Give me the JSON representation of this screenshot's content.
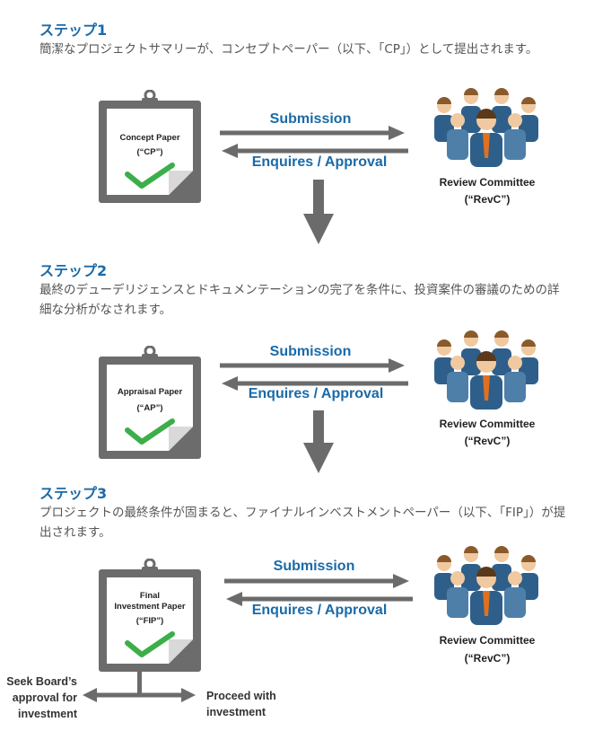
{
  "steps": [
    {
      "title": "ステップ1",
      "description": "簡潔なプロジェクトサマリーが、コンセプトペーパー（以下、「CP」）として提出されます。",
      "paper_lines": [
        "Concept Paper",
        "(“CP”)"
      ],
      "submission": "Submission",
      "enquires": "Enquires / Approval",
      "committee_lines": [
        "Review Committee",
        "(“RevC”)"
      ]
    },
    {
      "title": "ステップ2",
      "description": "最終のデューデリジェンスとドキュメンテーションの完了を条件に、投資案件の審議のための詳細な分析がなされます。",
      "paper_lines": [
        "Appraisal Paper",
        "(“AP”)"
      ],
      "submission": "Submission",
      "enquires": "Enquires / Approval",
      "committee_lines": [
        "Review Committee",
        "(“RevC”)"
      ]
    },
    {
      "title": "ステップ3",
      "description": "プロジェクトの最終条件が固まると、ファイナルインベストメントペーパー（以下、「FIP」）が提出されます。",
      "paper_lines": [
        "Final",
        "Investment Paper",
        "(“FIP”)"
      ],
      "submission": "Submission",
      "enquires": "Enquires / Approval",
      "committee_lines": [
        "Review Committee",
        "(“RevC”)"
      ]
    }
  ],
  "outcomes": {
    "left_lines": [
      "Seek Board’s",
      "approval for",
      "investment"
    ],
    "right_lines": [
      "Proceed with",
      "investment"
    ]
  },
  "colors": {
    "heading": "#1a6aa8",
    "arrow": "#6b6b6b",
    "check": "#3cae4a",
    "clipboard": "#6c6c6c",
    "suit": "#2e5f8a"
  }
}
